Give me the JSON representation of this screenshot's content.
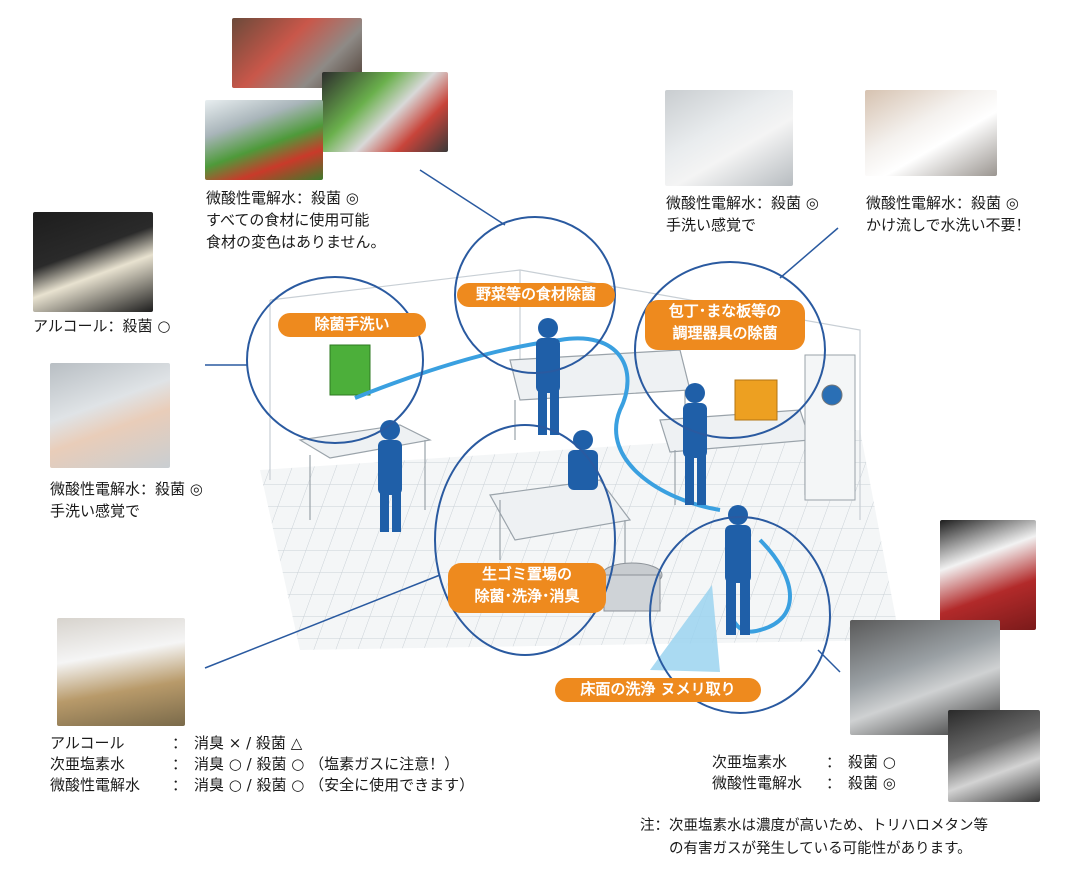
{
  "colors": {
    "zone_border": "#2a5aa0",
    "pill": "#ee8a1e",
    "person": "#1f5fa8",
    "hose": "#3aa0e0",
    "floor_tile": "#d7dde2"
  },
  "zones": {
    "hand_wash": "除菌手洗い",
    "food": "野菜等の食材除菌",
    "tools": "包丁･まな板等の\n調理器具の除菌",
    "garbage": "生ゴミ置場の\n除菌･洗浄･消臭",
    "floor": "床面の洗浄 ヌメリ取り"
  },
  "captions": {
    "food": "微酸性電解水：殺菌 ◎\nすべての食材に使用可能\n食材の変色はありません。",
    "knife": "微酸性電解水：殺菌 ◎\n手洗い感覚で",
    "board": "微酸性電解水：殺菌 ◎\nかけ流しで水洗い不要！",
    "alcohol_hand": "アルコール：殺菌 ○",
    "water_hand": "微酸性電解水：殺菌 ◎\n手洗い感覚で"
  },
  "garbage_table": [
    {
      "agent": "アルコール",
      "colon": "：",
      "effect": "消臭 × / 殺菌 △"
    },
    {
      "agent": "次亜塩素水",
      "colon": "：",
      "effect": "消臭 ○ / 殺菌 ○ （塩素ガスに注意！）"
    },
    {
      "agent": "微酸性電解水",
      "colon": "：",
      "effect": "消臭 ○ / 殺菌 ○ （安全に使用できます）"
    }
  ],
  "floor_table": [
    {
      "agent": "次亜塩素水",
      "colon": "：",
      "effect": "殺菌 ○"
    },
    {
      "agent": "微酸性電解水",
      "colon": "：",
      "effect": "殺菌 ◎"
    }
  ],
  "note": "注：次亜塩素水は濃度が高いため、トリハロメタン等\n　　の有害ガスが発生している可能性があります。"
}
